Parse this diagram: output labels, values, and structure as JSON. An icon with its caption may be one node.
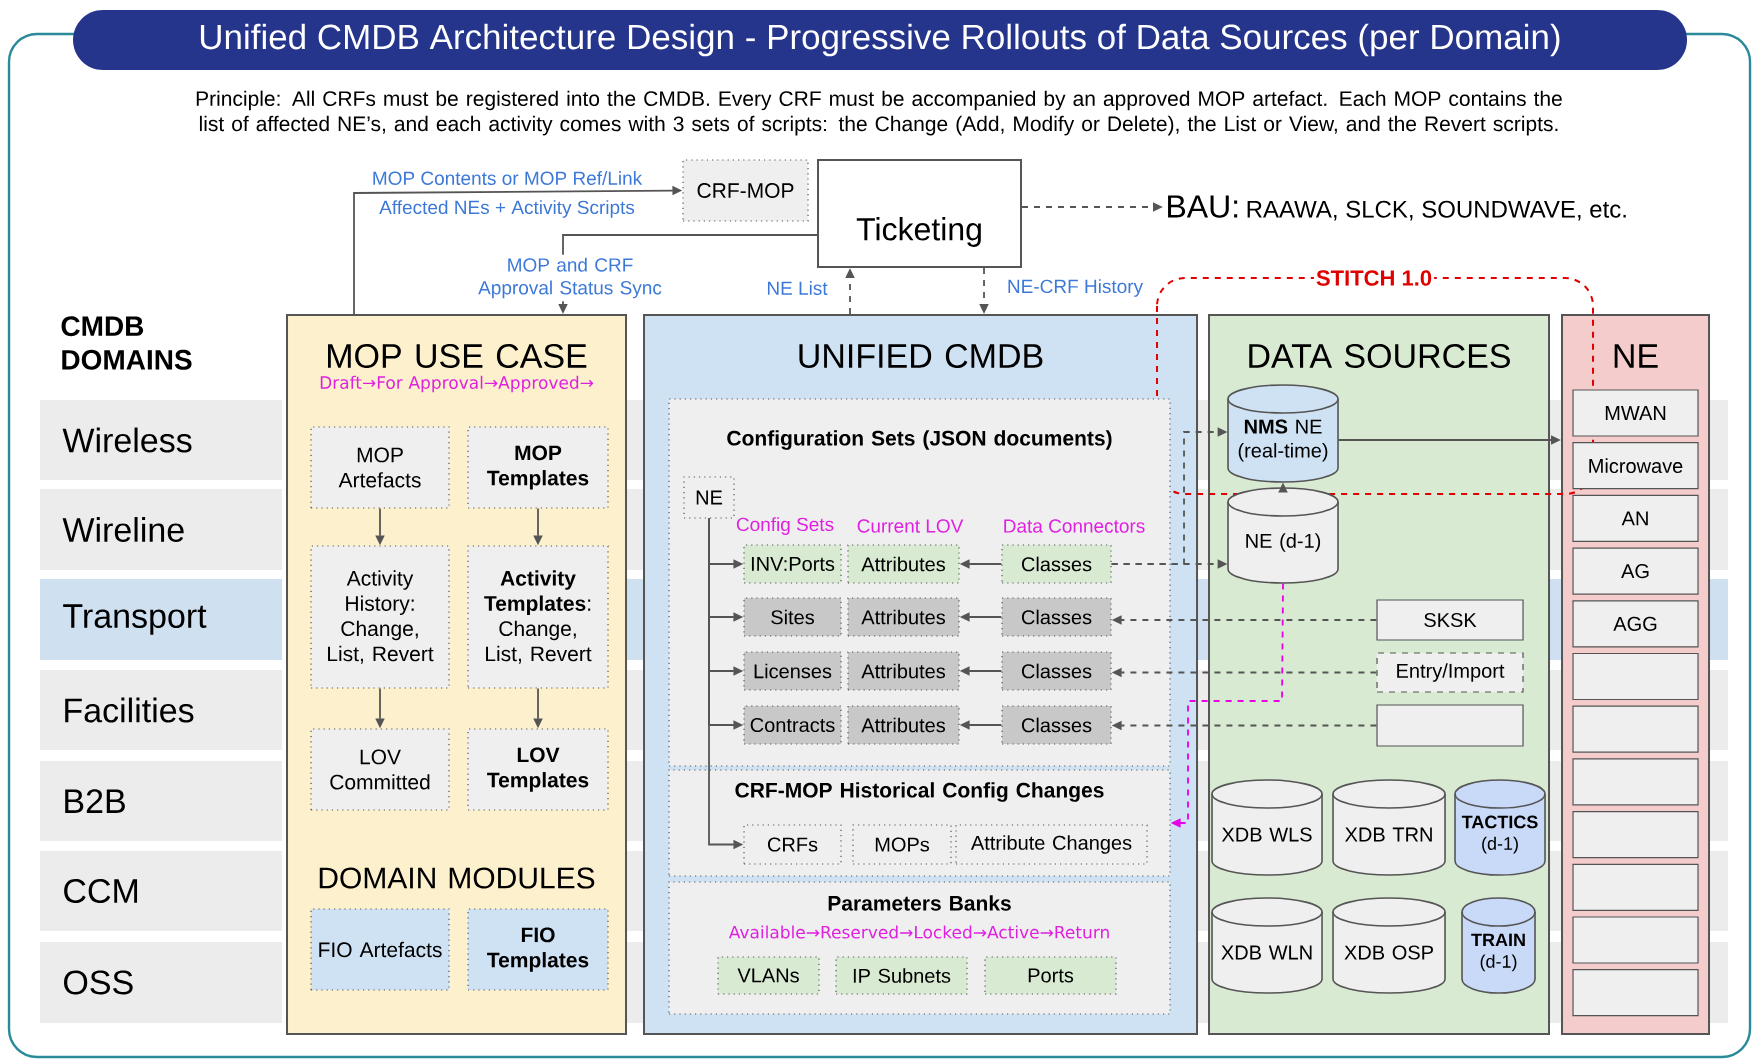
{
  "diagram": {
    "title": "Unified CMDB Architecture Design - Progressive Rollouts of Data Sources (per Domain)",
    "nodes": [
      {
        "text": [
          "CRF-MOP"
        ]
      },
      {
        "text": [
          "Ticketing"
        ]
      },
      {
        "text": [
          "BAU:",
          "RAAWA, SLCK, SOUNDWAVE, etc."
        ]
      },
      {
        "text": [
          "Wireless"
        ]
      },
      {
        "text": [
          "Wireline"
        ]
      },
      {
        "text": [
          "Transport"
        ]
      },
      {
        "text": [
          "Facilities"
        ]
      },
      {
        "text": [
          "B2B"
        ]
      },
      {
        "text": [
          "CCM"
        ]
      },
      {
        "text": [
          "OSS"
        ]
      },
      {
        "text": [
          "MOP USE CASE",
          "Draft→For Approval→Approved→",
          "DOMAIN MODULES"
        ]
      },
      {
        "text": [
          "MOP Artefacts"
        ],
        "in": 10
      },
      {
        "text": [
          "MOP Templates"
        ],
        "in": 10
      },
      {
        "text": [
          "Activity History: Change, List, Revert"
        ],
        "in": 10
      },
      {
        "text": [
          "**Activity Templates**: Change, List, Revert"
        ],
        "in": 10
      },
      {
        "text": [
          "LOV Committed"
        ],
        "in": 10
      },
      {
        "text": [
          "LOV Templates"
        ],
        "in": 10
      },
      {
        "text": [
          "FIO Artefacts"
        ],
        "in": 10
      },
      {
        "text": [
          "FIO Templates"
        ],
        "in": 10
      },
      {
        "text": [
          "UNIFIED CMDB"
        ]
      },
      {
        "text": [
          "Configuration Sets (JSON documents)"
        ],
        "in": 19
      },
      {
        "text": [
          "NE"
        ],
        "in": 20
      },
      {
        "text": [
          "INV:Ports"
        ],
        "in": 20
      },
      {
        "text": [
          "Attributes"
        ],
        "in": 20
      },
      {
        "text": [
          "Classes"
        ],
        "in": 20
      },
      {
        "text": [
          "Sites"
        ],
        "in": 20
      },
      {
        "text": [
          "Attributes"
        ],
        "in": 20
      },
      {
        "text": [
          "Classes"
        ],
        "in": 20
      },
      {
        "text": [
          "Licenses"
        ],
        "in": 20
      },
      {
        "text": [
          "Attributes"
        ],
        "in": 20
      },
      {
        "text": [
          "Classes"
        ],
        "in": 20
      },
      {
        "text": [
          "Contracts"
        ],
        "in": 20
      },
      {
        "text": [
          "Attributes"
        ],
        "in": 20
      },
      {
        "text": [
          "Classes"
        ],
        "in": 20
      },
      {
        "text": [
          "CRF-MOP Historical Config Changes"
        ],
        "in": 19
      },
      {
        "text": [
          "CRFs"
        ],
        "in": 34
      },
      {
        "text": [
          "MOPs"
        ],
        "in": 34
      },
      {
        "text": [
          "Attribute Changes"
        ],
        "in": 34
      },
      {
        "text": [
          "Parameters Banks",
          "Available→Reserved→Locked→Active→Return"
        ],
        "in": 19
      },
      {
        "text": [
          "VLANs"
        ],
        "in": 38
      },
      {
        "text": [
          "IP Subnets"
        ],
        "in": 38
      },
      {
        "text": [
          "Ports"
        ],
        "in": 38
      },
      {
        "text": [
          "DATA SOURCES"
        ]
      },
      {
        "text": [
          "**NMS** NE (real-time)"
        ],
        "in": 42
      },
      {
        "text": [
          "NE (d-1)"
        ],
        "in": 42
      },
      {
        "text": [
          "SKSK"
        ],
        "in": 42
      },
      {
        "text": [
          "Entry/Import"
        ],
        "in": 42
      },
      {
        "text": [],
        "shape": "box",
        "in": 42
      },
      {
        "text": [
          "XDB WLS"
        ],
        "in": 42
      },
      {
        "text": [
          "XDB TRN"
        ],
        "in": 42
      },
      {
        "text": [
          "**TACTICS** (d-1)"
        ],
        "in": 42
      },
      {
        "text": [
          "XDB WLN"
        ],
        "in": 42
      },
      {
        "text": [
          "XDB OSP"
        ],
        "in": 42
      },
      {
        "text": [
          "**TRAIN** (d-1)"
        ],
        "in": 42
      },
      {
        "text": [
          "NE"
        ]
      },
      {
        "text": [
          "MWAN"
        ],
        "in": 54
      },
      {
        "text": [
          "Microwave"
        ],
        "in": 54
      },
      {
        "text": [
          "AN"
        ],
        "in": 54
      },
      {
        "text": [
          "AG"
        ],
        "in": 54
      },
      {
        "text": [
          "AGG"
        ],
        "in": 54
      },
      {
        "text": [],
        "shape": "box",
        "in": 54
      },
      {
        "text": [],
        "shape": "box",
        "in": 54
      },
      {
        "text": [],
        "shape": "box",
        "in": 54
      },
      {
        "text": [],
        "shape": "box",
        "in": 54
      },
      {
        "text": [],
        "shape": "box",
        "in": 54
      },
      {
        "text": [],
        "shape": "box",
        "in": 54
      },
      {
        "text": [],
        "shape": "box",
        "in": 54
      }
    ],
    "edges": [
      {
        "from": 10,
        "to": 0,
        "arrow": "to",
        "label": "MOP Contents or MOP Ref/Link"
      },
      {
        "from": 1,
        "to": 10,
        "arrow": "to",
        "label": "MOP and CRF Approval Status Sync"
      },
      {
        "from": 19,
        "to": 1,
        "arrow": "to",
        "style": "dashed",
        "label": "NE List"
      },
      {
        "from": 1,
        "to": 19,
        "arrow": "to",
        "style": "dashed",
        "label": "NE-CRF History"
      },
      {
        "from": 1,
        "to": 2,
        "arrow": "to",
        "style": "dashed"
      },
      {
        "from": 24,
        "to": 43,
        "arrow": "to",
        "style": "dashed"
      },
      {
        "from": 24,
        "to": 44,
        "arrow": "to",
        "style": "dashed"
      },
      {
        "from": 44,
        "to": 43,
        "arrow": "to"
      },
      {
        "from": 43,
        "to": 54,
        "arrow": "to"
      },
      {
        "from": 24,
        "to": 23,
        "arrow": "to"
      },
      {
        "from": 27,
        "to": 26,
        "arrow": "to"
      },
      {
        "from": 30,
        "to": 29,
        "arrow": "to"
      },
      {
        "from": 33,
        "to": 32,
        "arrow": "to"
      },
      {
        "from": 45,
        "to": 27,
        "arrow": "to",
        "style": "dashed"
      },
      {
        "from": 46,
        "to": 30,
        "arrow": "to",
        "style": "dashed"
      },
      {
        "from": 47,
        "to": 33,
        "arrow": "to",
        "style": "dashed"
      },
      {
        "from": 21,
        "to": 22,
        "arrow": "to"
      },
      {
        "from": 21,
        "to": 25,
        "arrow": "to"
      },
      {
        "from": 21,
        "to": 28,
        "arrow": "to"
      },
      {
        "from": 21,
        "to": 31,
        "arrow": "to"
      },
      {
        "from": 21,
        "to": 35,
        "arrow": "to"
      },
      {
        "from": 44,
        "to": 34,
        "arrow": "to",
        "style": "dashed",
        "color": "#e600e6"
      },
      {
        "from": 11,
        "to": 13,
        "arrow": "to"
      },
      {
        "from": 13,
        "to": 15,
        "arrow": "to"
      },
      {
        "from": 12,
        "to": 14,
        "arrow": "to"
      },
      {
        "from": 14,
        "to": 16,
        "arrow": "to"
      }
    ],
    "labels": [
      "Principle: All CRFs must be registered into the CMDB. Every CRF must be accompanied by an approved MOP artefact. Each MOP contains the list of affected NE’s, and each activity comes with 3 sets of scripts: the Change (Add, Modify or Delete), the List or View, and the Revert scripts.",
      "Affected NEs + Activity Scripts",
      "CMDB DOMAINS",
      "STITCH 1.0",
      "Config Sets",
      "Current LOV",
      "Data Connectors"
    ]
  }
}
